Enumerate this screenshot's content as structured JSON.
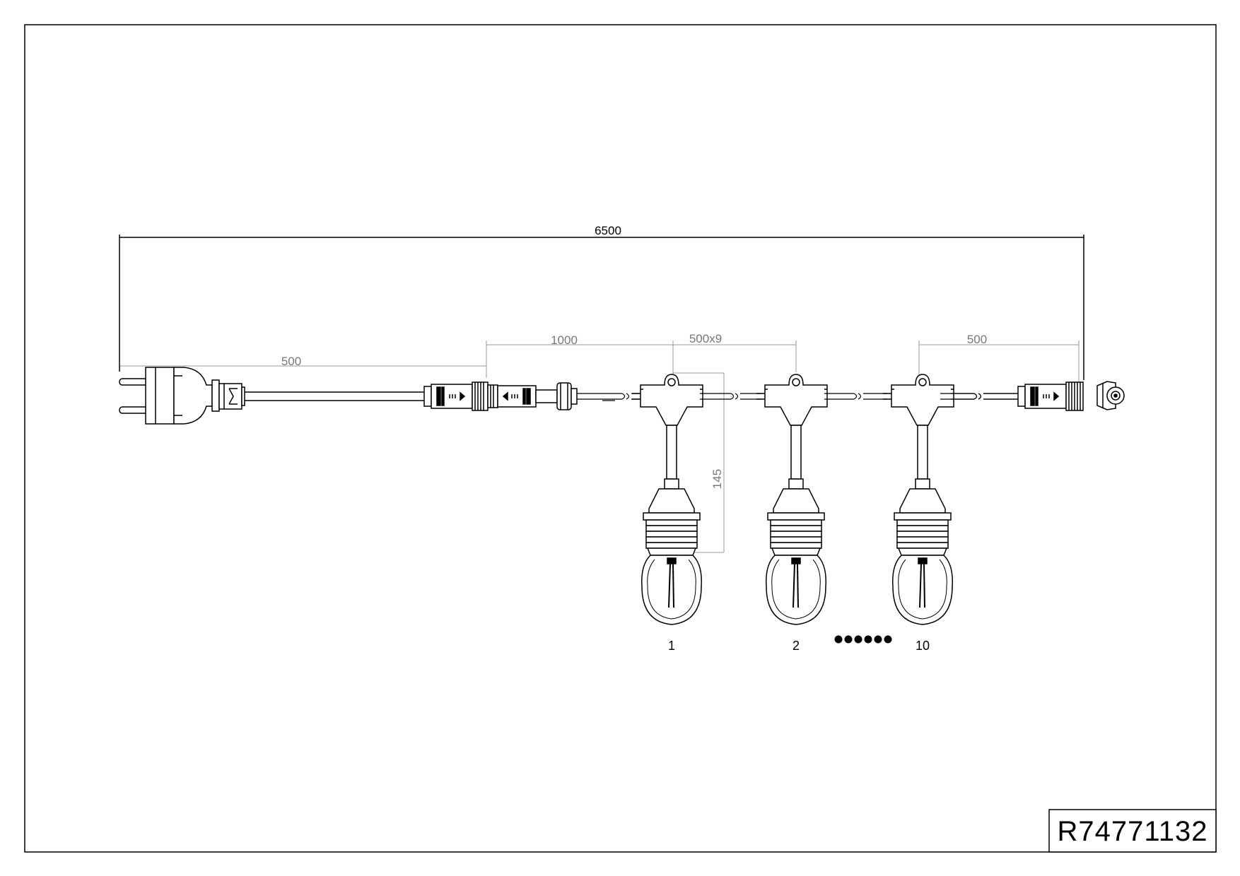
{
  "drawing": {
    "product_code": "R74771132",
    "dimensions": {
      "total_length": "6500",
      "plug_cable": "500",
      "lead_cable": "1000",
      "bulb_spacing": "500x9",
      "end_cable": "500",
      "drop_height": "145"
    },
    "bulbs": [
      {
        "label": "1"
      },
      {
        "label": "2"
      },
      {
        "label": "10"
      }
    ],
    "ellipsis_dots": 6
  }
}
